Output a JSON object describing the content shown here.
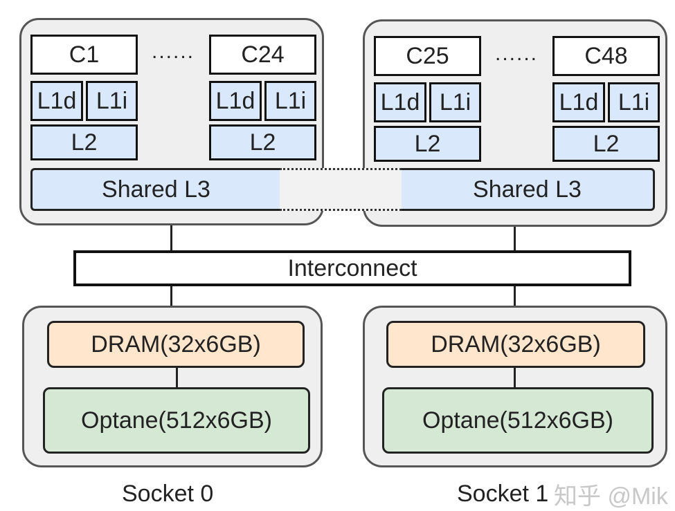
{
  "socket0": {
    "label": "Socket 0",
    "core_first": "C1",
    "core_last": "C24",
    "ellipsis": "......",
    "l1d": "L1d",
    "l1i": "L1i",
    "l2": "L2",
    "l3": "Shared L3",
    "dram": "DRAM(32x6GB)",
    "optane": "Optane(512x6GB)"
  },
  "socket1": {
    "label": "Socket 1",
    "core_first": "C25",
    "core_last": "C48",
    "ellipsis": "......",
    "l1d": "L1d",
    "l1i": "L1i",
    "l2": "L2",
    "l3": "Shared L3",
    "dram": "DRAM(32x6GB)",
    "optane": "Optane(512x6GB)"
  },
  "interconnect": "Interconnect",
  "watermark": "知乎 @Mik",
  "colors": {
    "cache_fill": "#dae8fc",
    "dram_fill": "#ffe6cc",
    "optane_fill": "#d5e8d4",
    "panel_fill": "#efefef"
  }
}
